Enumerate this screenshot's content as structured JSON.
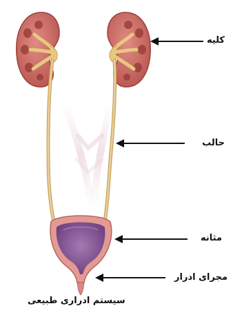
{
  "labels": {
    "kidney": "کلیه",
    "ureter": "حالب",
    "bladder": "مثانه",
    "urethra": "مجرای ادرار"
  },
  "caption": "سیستم ادراری طبیعی",
  "colors": {
    "kidney": "#c76a62",
    "kidney_dark": "#9c3f3a",
    "pelvis": "#e8c880",
    "ureter": "#d9b778",
    "bladder_wall": "#d98a84",
    "bladder_inner": "#8a5a96",
    "arrow": "#111111"
  }
}
